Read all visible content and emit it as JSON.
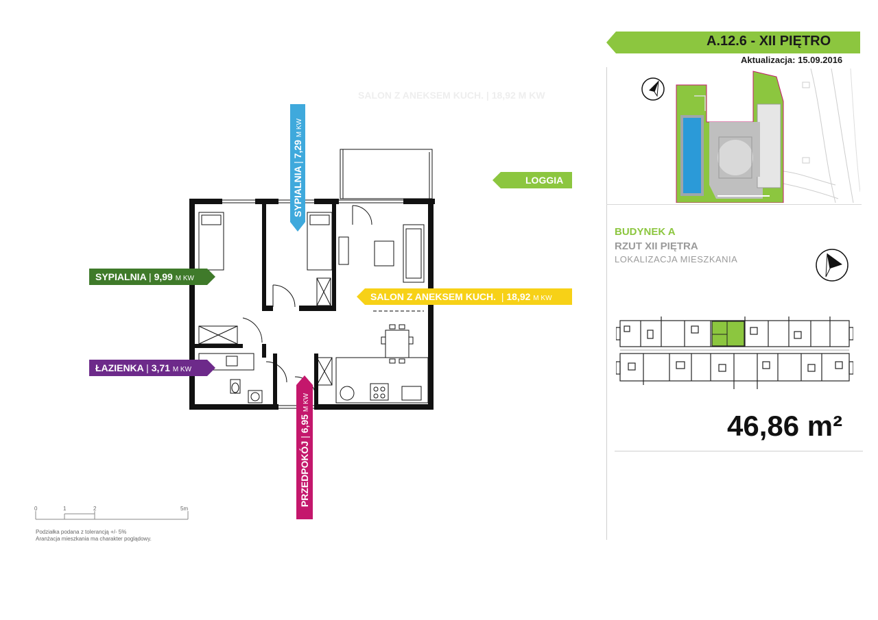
{
  "header": {
    "apartment": "A.12.6 - XII PIĘTRO",
    "update": "Aktualizacja: 15.09.2016"
  },
  "building": {
    "title": "BUDYNEK A",
    "floor": "RZUT XII PIĘTRA",
    "location": "LOKALIZACJA MIESZKANIA"
  },
  "area": "46,86 m²",
  "rooms": {
    "sypialnia1": {
      "name": "SYPIALNIA",
      "area": "9,99",
      "unit": "M KW"
    },
    "sypialnia2": {
      "name": "SYPIALNIA",
      "area": "7,29",
      "unit": "M KW"
    },
    "salon": {
      "name": "SALON Z ANEKSEM KUCH.",
      "area": "18,92",
      "unit": "M KW"
    },
    "lazienka": {
      "name": "ŁAZIENKA",
      "area": "3,71",
      "unit": "M KW"
    },
    "przedpokoj": {
      "name": "PRZEDPOKÓJ",
      "area": "6,95",
      "unit": "M KW"
    },
    "loggia": {
      "name": "LOGGIA"
    }
  },
  "faint_label": "SALON Z ANEKSEM KUCH.   | 18,92 M KW",
  "scale": {
    "t0": "0",
    "t1": "1",
    "t2": "2",
    "t5": "5m"
  },
  "notes": [
    "Podziałka podana z tolerancją +/- 5%",
    "Aranżacja mieszkania ma charakter poglądowy."
  ],
  "colors": {
    "green": "#8cc63f",
    "dark_green": "#3f7a2a",
    "blue": "#3fa9dc",
    "yellow": "#f7d117",
    "purple": "#6d2a8a",
    "magenta": "#c4176c"
  },
  "icons": [
    "north-arrow-icon"
  ]
}
